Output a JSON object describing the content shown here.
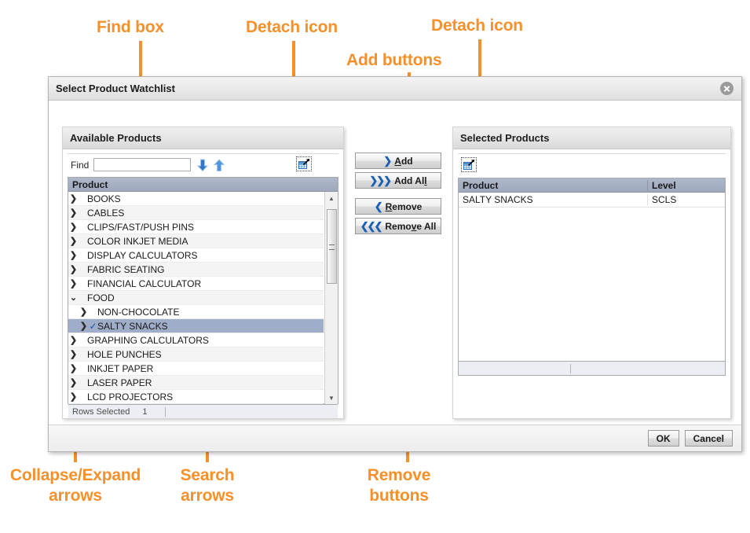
{
  "annotations": [
    {
      "name": "find-box",
      "text": "Find box"
    },
    {
      "name": "detach-icon-left",
      "text": "Detach icon"
    },
    {
      "name": "detach-icon-right",
      "text": "Detach icon"
    },
    {
      "name": "add-buttons",
      "text": "Add buttons"
    },
    {
      "name": "collapse-expand",
      "text": "Collapse/Expand\narrows"
    },
    {
      "name": "search-arrows",
      "text": "Search\narrows"
    },
    {
      "name": "remove-buttons",
      "text": "Remove\nbuttons"
    }
  ],
  "annotation_color": "#F5902B",
  "dialog": {
    "title": "Select Product Watchlist",
    "close_icon": "close-icon",
    "footer": {
      "ok_label": "OK",
      "cancel_label": "Cancel"
    }
  },
  "available_panel": {
    "header": "Available Products",
    "find_label": "Find",
    "find_value": "",
    "find_placeholder": "",
    "search_down_icon": "arrow-down-icon",
    "search_up_icon": "arrow-up-icon",
    "detach_icon": "detach-icon",
    "column_header": "Product",
    "status_label": "Rows Selected",
    "status_value": "1",
    "rows": [
      {
        "label": "BOOKS",
        "level": 0,
        "expanded": false,
        "selected": false,
        "checked": false
      },
      {
        "label": "CABLES",
        "level": 0,
        "expanded": false,
        "selected": false,
        "checked": false
      },
      {
        "label": "CLIPS/FAST/PUSH PINS",
        "level": 0,
        "expanded": false,
        "selected": false,
        "checked": false
      },
      {
        "label": "COLOR INKJET MEDIA",
        "level": 0,
        "expanded": false,
        "selected": false,
        "checked": false
      },
      {
        "label": "DISPLAY CALCULATORS",
        "level": 0,
        "expanded": false,
        "selected": false,
        "checked": false
      },
      {
        "label": "FABRIC SEATING",
        "level": 0,
        "expanded": false,
        "selected": false,
        "checked": false
      },
      {
        "label": "FINANCIAL CALCULATOR",
        "level": 0,
        "expanded": false,
        "selected": false,
        "checked": false
      },
      {
        "label": "FOOD",
        "level": 0,
        "expanded": true,
        "selected": false,
        "checked": false
      },
      {
        "label": "NON-CHOCOLATE",
        "level": 1,
        "expanded": false,
        "selected": false,
        "checked": false
      },
      {
        "label": "SALTY SNACKS",
        "level": 1,
        "expanded": false,
        "selected": true,
        "checked": true
      },
      {
        "label": "GRAPHING CALCULATORS",
        "level": 0,
        "expanded": false,
        "selected": false,
        "checked": false
      },
      {
        "label": "HOLE PUNCHES",
        "level": 0,
        "expanded": false,
        "selected": false,
        "checked": false
      },
      {
        "label": "INKJET PAPER",
        "level": 0,
        "expanded": false,
        "selected": false,
        "checked": false
      },
      {
        "label": "LASER PAPER",
        "level": 0,
        "expanded": false,
        "selected": false,
        "checked": false
      },
      {
        "label": "LCD PROJECTORS",
        "level": 0,
        "expanded": false,
        "selected": false,
        "checked": false
      }
    ]
  },
  "transfer": {
    "add_label": "Add",
    "add_accel": "A",
    "add_all_label": "Add Al",
    "add_all_accel": "l",
    "remove_label": "Remove",
    "remove_accel": "R",
    "remove_all_label": "Remove All",
    "remove_all_accel": "v"
  },
  "selected_panel": {
    "header": "Selected Products",
    "detach_icon": "detach-icon",
    "columns": [
      "Product",
      "Level"
    ],
    "rows": [
      {
        "product": "SALTY SNACKS",
        "level": "SCLS"
      }
    ]
  }
}
